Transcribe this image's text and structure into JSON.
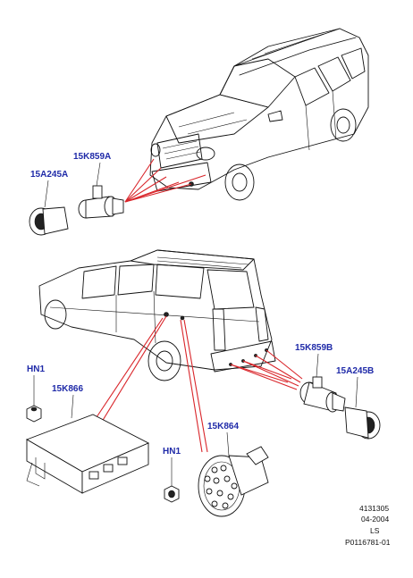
{
  "callouts": {
    "front_sensor": "15K859A",
    "front_bezel": "15A245A",
    "rear_sensor": "15K859B",
    "rear_bezel": "15A245B",
    "module": "15K866",
    "module_nut": "HN1",
    "sounder": "15K864",
    "sounder_nut": "HN1"
  },
  "footer": {
    "ref_number": "4131305",
    "date": "04-2004",
    "initials": "LS",
    "part_ref": "P0116781-01"
  },
  "colors": {
    "callout_text": "#1f2aa8",
    "wiring": "#d9252a",
    "linework": "#111111"
  }
}
